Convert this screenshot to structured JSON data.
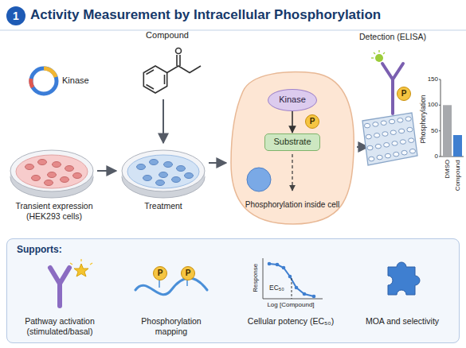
{
  "diagram": {
    "title": "Activity Measurement by Intracellular Phosphorylation",
    "nodes": [
      {
        "text": [
          "1"
        ]
      },
      {
        "text": [
          "Phosphorylation inside cell"
        ]
      },
      {
        "text": [
          "Kinase"
        ],
        "in": 1
      },
      {
        "text": [
          "P"
        ],
        "in": 1
      },
      {
        "text": [
          "Substrate"
        ],
        "in": 1
      },
      {
        "text": [
          "P"
        ]
      },
      {
        "text": [
          "Supports:"
        ]
      },
      {
        "text": [
          "P"
        ],
        "in": 6
      },
      {
        "text": [
          "P"
        ],
        "in": 6
      }
    ],
    "edges": [
      {
        "from": 2,
        "to": 4,
        "arrow": "to"
      }
    ],
    "labels": [
      "Kinase",
      "Compound",
      "Transient expression (HEK293 cells)",
      "Treatment",
      "Detection (ELISA)",
      "150",
      "100",
      "50",
      "0",
      "Phosphorylation",
      "DMSO",
      "Compound",
      "Pathway activation (stimulated/basal)",
      "Phosphorylation mapping",
      "Response",
      "EC₅₀",
      "Log [Compound]",
      "Cellular potency (EC₅₀)",
      "MOA and selectivity"
    ]
  }
}
